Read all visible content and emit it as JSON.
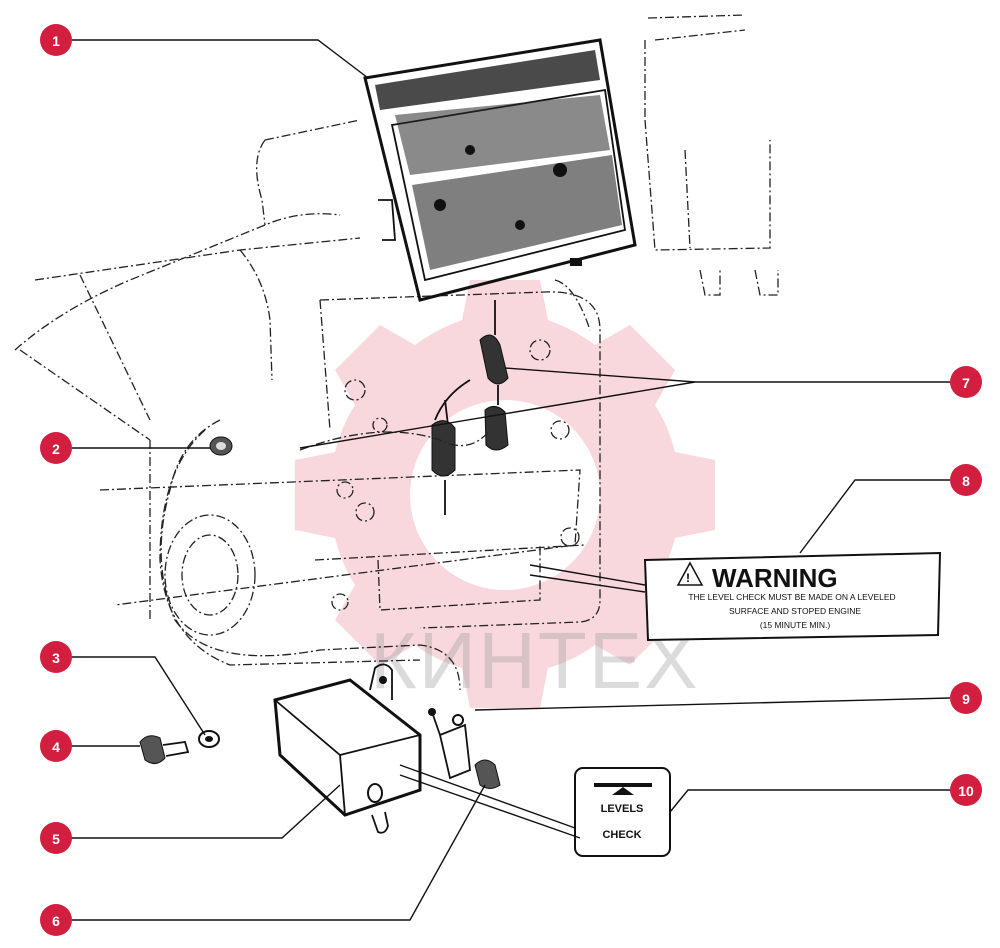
{
  "watermark": {
    "text": "КИНТЕХ"
  },
  "callouts": [
    {
      "number": "1"
    },
    {
      "number": "2"
    },
    {
      "number": "3"
    },
    {
      "number": "4"
    },
    {
      "number": "5"
    },
    {
      "number": "6"
    },
    {
      "number": "7"
    },
    {
      "number": "8"
    },
    {
      "number": "9"
    },
    {
      "number": "10"
    }
  ],
  "warning_label": {
    "title": "WARNING",
    "line1": "THE LEVEL CHECK MUST BE MADE ON A LEVELED",
    "line2": "SURFACE AND STOPED ENGINE",
    "line3": "(15 MINUTE MIN.)"
  },
  "levels_label": {
    "line1": "LEVELS",
    "line2": "CHECK"
  },
  "colors": {
    "callout": "#d31f3f",
    "watermark": "#f2a9b3"
  }
}
